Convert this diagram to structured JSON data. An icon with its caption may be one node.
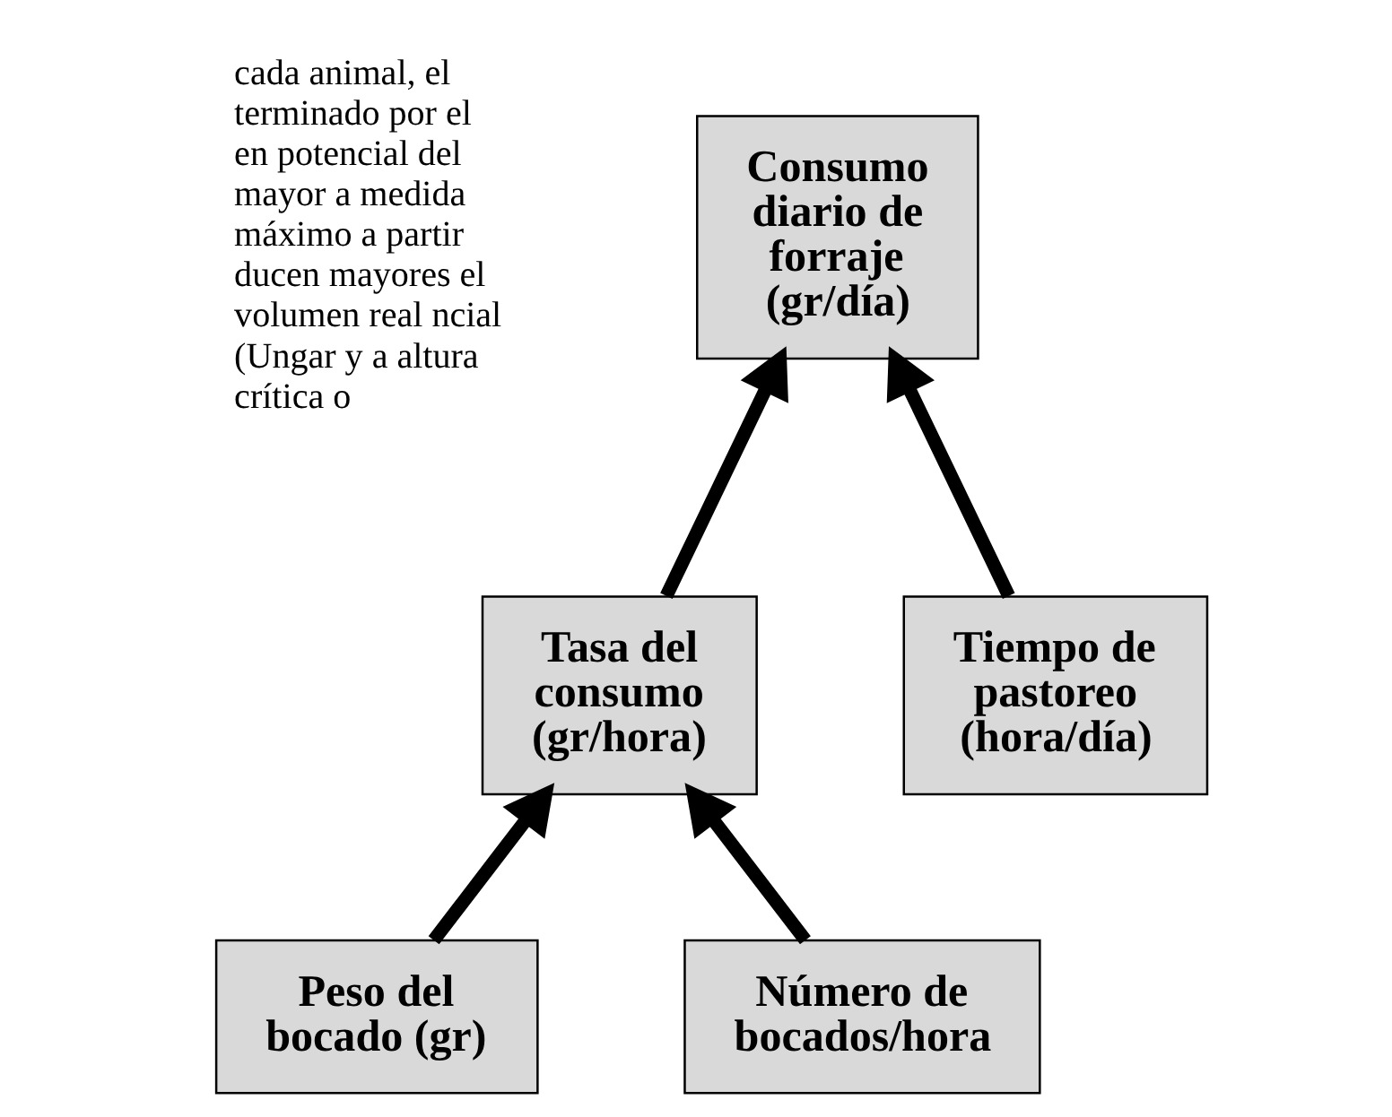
{
  "diagram": {
    "nodes": [
      {
        "text": [
          "Consumo diario de forraje (gr/día)"
        ]
      },
      {
        "text": [
          "Tasa del consumo (gr/hora)"
        ]
      },
      {
        "text": [
          "Tiempo de pastoreo (hora/día)"
        ]
      },
      {
        "text": [
          "Peso del bocado (gr)"
        ]
      },
      {
        "text": [
          "Número de bocados/hora"
        ]
      }
    ],
    "edges": [
      {
        "from": 1,
        "to": 0,
        "arrow": "to"
      },
      {
        "from": 2,
        "to": 0,
        "arrow": "to"
      },
      {
        "from": 3,
        "to": 1,
        "arrow": "to"
      },
      {
        "from": 4,
        "to": 1,
        "arrow": "to"
      }
    ],
    "labels": [
      "cada animal, el terminado por el en potencial del mayor a medida máximo a partir ducen mayores el volumen real ncial (Ungar y a altura crítica o"
    ]
  }
}
